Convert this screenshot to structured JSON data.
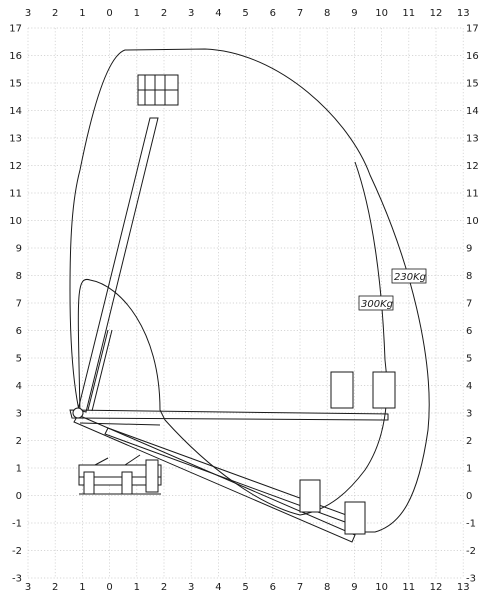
{
  "axes": {
    "x_ticks": [
      "3",
      "2",
      "1",
      "0",
      "1",
      "2",
      "3",
      "4",
      "5",
      "6",
      "7",
      "8",
      "9",
      "10",
      "11",
      "12",
      "13"
    ],
    "y_ticks": [
      "17",
      "16",
      "15",
      "14",
      "13",
      "12",
      "11",
      "10",
      "9",
      "8",
      "7",
      "6",
      "5",
      "4",
      "3",
      "2",
      "1",
      "0",
      "-1",
      "-2",
      "-3"
    ]
  },
  "load_labels": {
    "outer": "230Kg",
    "inner": "300Kg"
  }
}
